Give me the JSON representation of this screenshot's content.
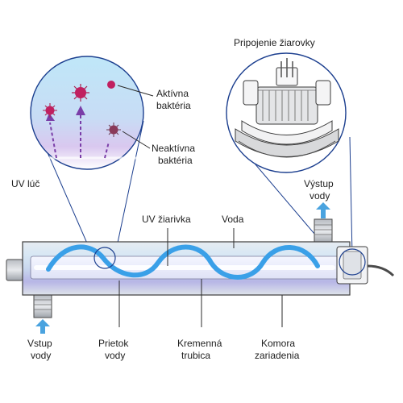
{
  "labels": {
    "bulb_connection": "Pripojenie žiarovky",
    "active_bacteria": [
      "Aktívna",
      "baktéria"
    ],
    "inactive_bacteria": [
      "Neaktívna",
      "baktéria"
    ],
    "uv_ray": "UV lúč",
    "water_outlet": [
      "Výstup",
      "vody"
    ],
    "uv_lamp": "UV žiarivka",
    "water": "Voda",
    "water_inlet": [
      "Vstup",
      "vody"
    ],
    "water_flow": [
      "Prietok",
      "vody"
    ],
    "quartz_tube": [
      "Kremenná",
      "trubica"
    ],
    "device_chamber": [
      "Komora",
      "zariadenia"
    ]
  },
  "colors": {
    "outline": "#1c3f8f",
    "arrow": "#4aa3df",
    "flow": "#3aa0e8",
    "bacteria": "#c02060",
    "inactive": "#8a3a5a"
  }
}
